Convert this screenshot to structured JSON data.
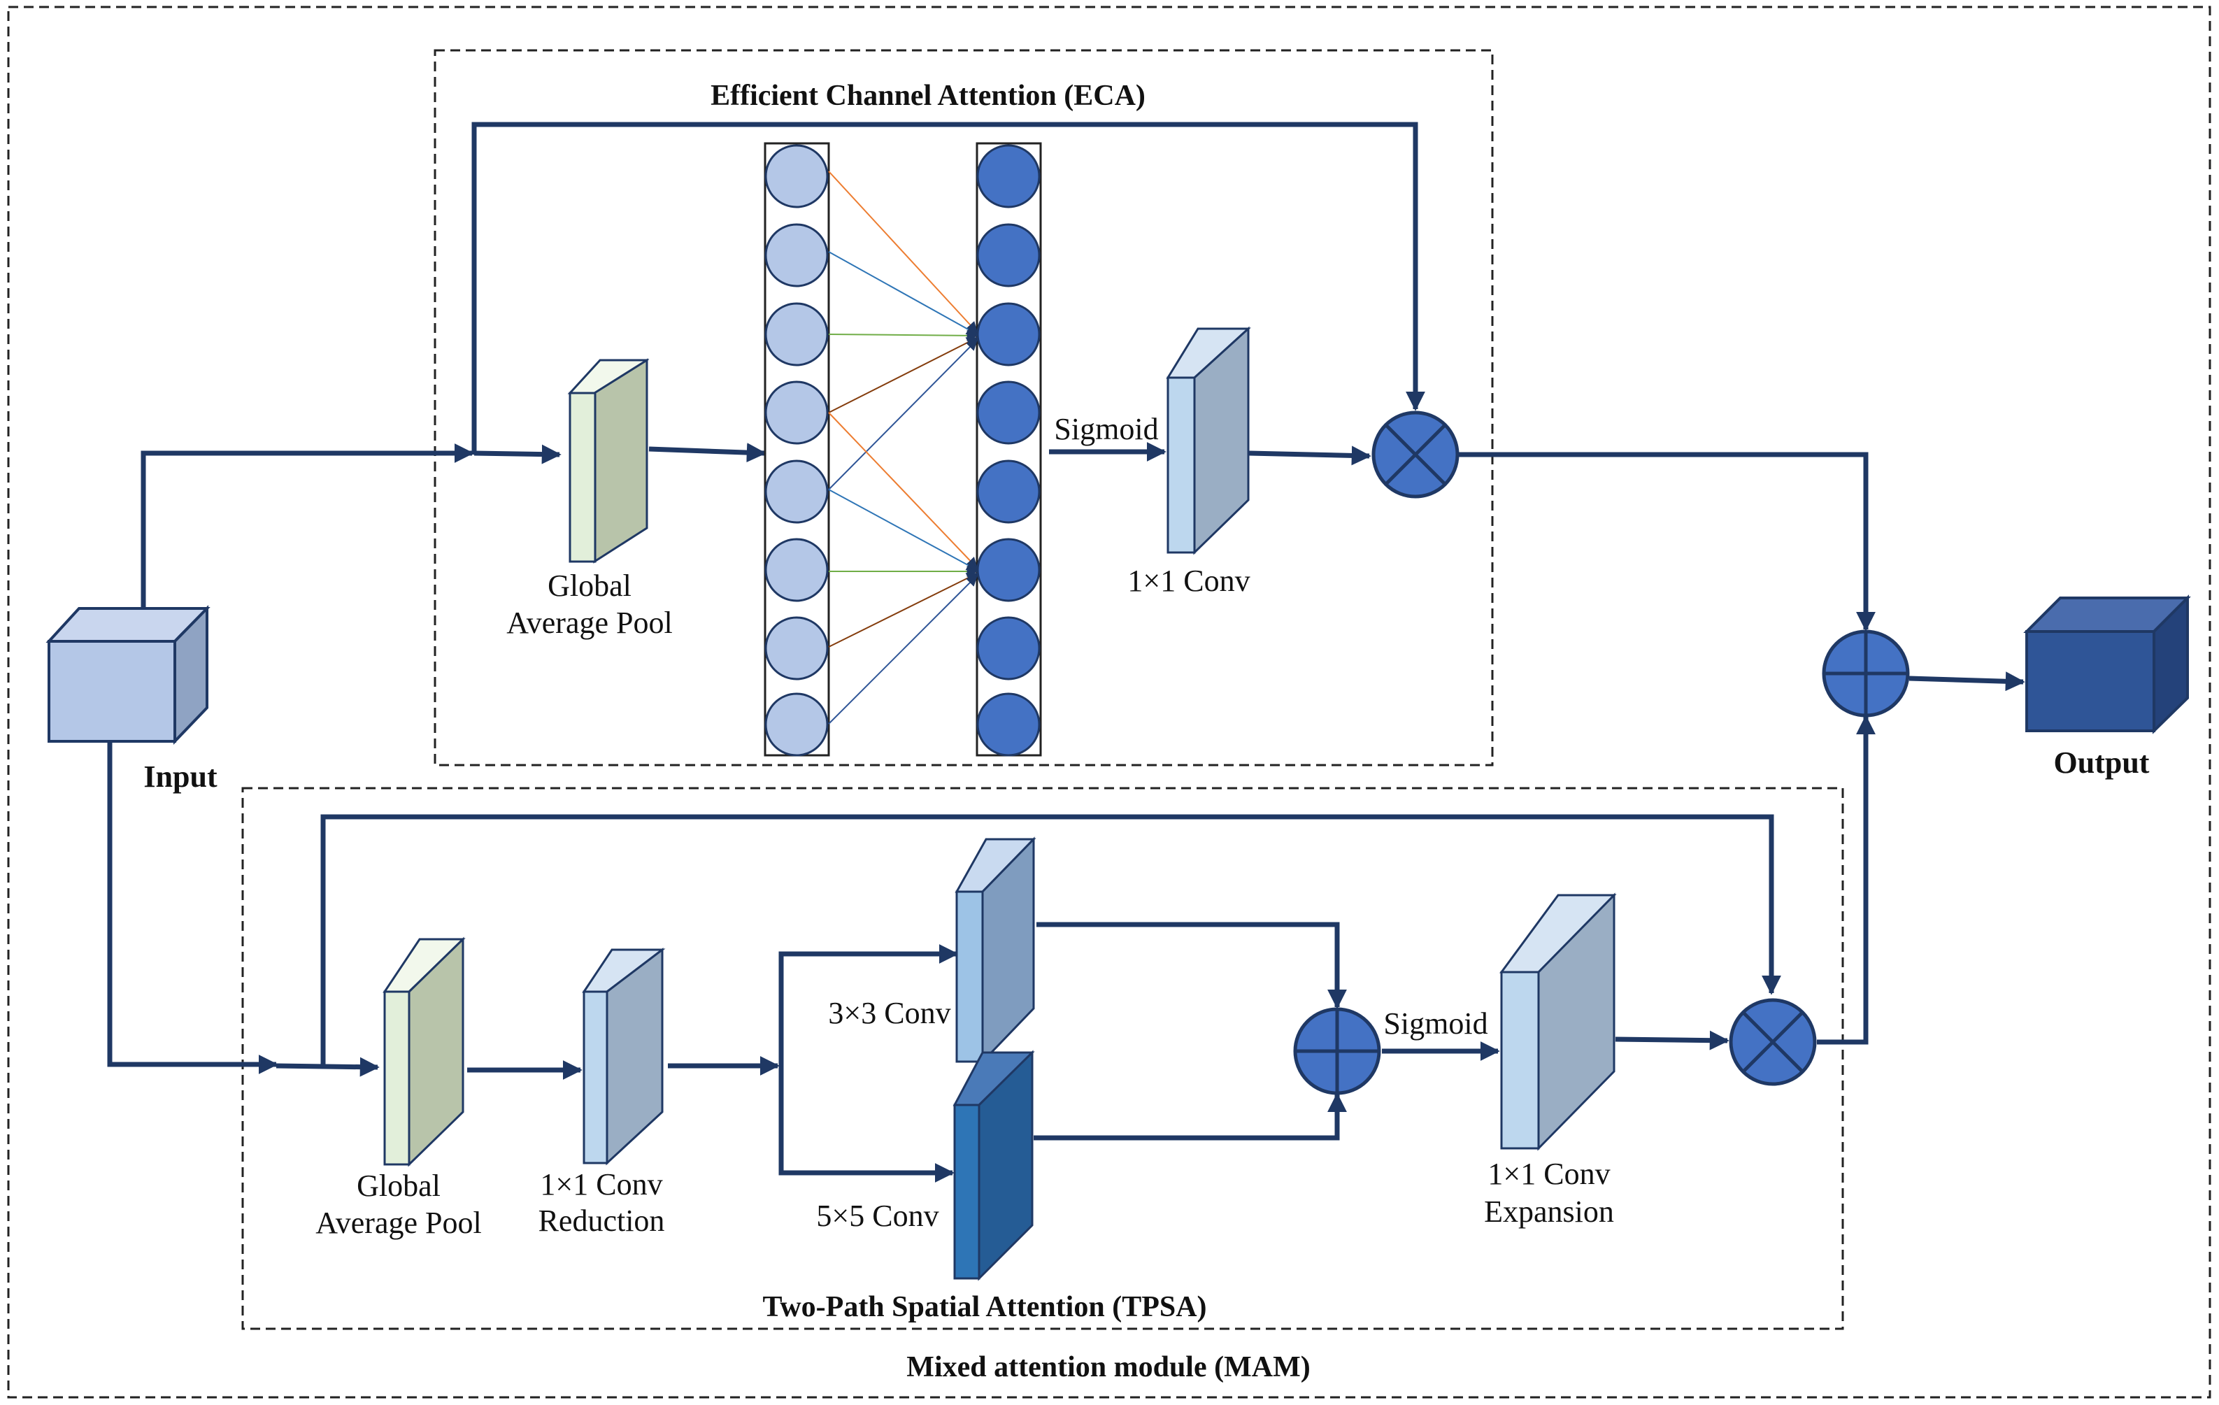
{
  "title": "Mixed attention module (MAM)",
  "eca": {
    "title": "Efficient Channel Attention (ECA)",
    "gap_label_line1": "Global",
    "gap_label_line2": "Average Pool",
    "sigmoid_label": "Sigmoid",
    "conv_label": "1×1 Conv",
    "neurons_per_column": 8
  },
  "tpsa": {
    "title": "Two-Path Spatial Attention (TPSA)",
    "gap_label_line1": "Global",
    "gap_label_line2": "Average Pool",
    "reduction_label_line1": "1×1 Conv",
    "reduction_label_line2": "Reduction",
    "conv3_label": "3×3 Conv",
    "conv5_label": "5×5 Conv",
    "sigmoid_label": "Sigmoid",
    "expansion_label_line1": "1×1 Conv",
    "expansion_label_line2": "Expansion"
  },
  "io": {
    "input_label": "Input",
    "output_label": "Output"
  },
  "colors": {
    "line": "#1f3864",
    "node_light": "#b4c7e7",
    "node_dark": "#4472c4",
    "gap_front": "#e2efda",
    "gap_side": "#b8c4aa",
    "conv_front": "#bdd7ee",
    "conv_side": "#9aaec4",
    "output_front": "#2f5597"
  }
}
